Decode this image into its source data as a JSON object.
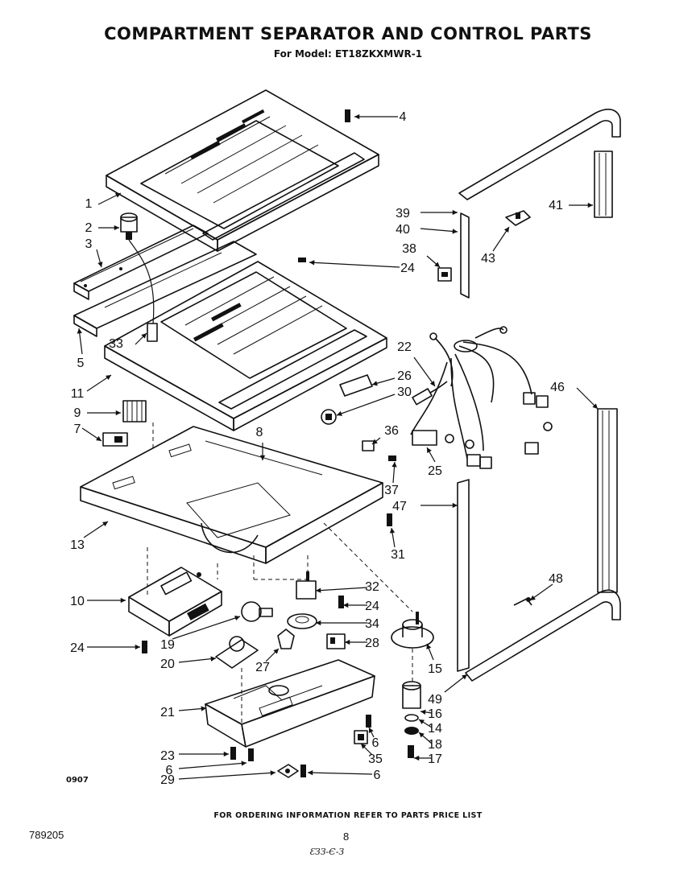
{
  "header": {
    "title": "COMPARTMENT SEPARATOR AND CONTROL PARTS",
    "subtitle": "For Model: ET18ZKXMWR-1"
  },
  "footer": {
    "ordering_note": "FOR ORDERING INFORMATION REFER TO PARTS PRICE LIST",
    "doc_number": "789205",
    "page_number": "8",
    "corner_code": "0907",
    "handwritten_mark": "ƐЗЗ-Є-З"
  },
  "callouts": [
    {
      "label": "1"
    },
    {
      "label": "2"
    },
    {
      "label": "3"
    },
    {
      "label": "4"
    },
    {
      "label": "5"
    },
    {
      "label": "33"
    },
    {
      "label": "11"
    },
    {
      "label": "9"
    },
    {
      "label": "7"
    },
    {
      "label": "8"
    },
    {
      "label": "13"
    },
    {
      "label": "10"
    },
    {
      "label": "24"
    },
    {
      "label": "19"
    },
    {
      "label": "20"
    },
    {
      "label": "27"
    },
    {
      "label": "21"
    },
    {
      "label": "23"
    },
    {
      "label": "6"
    },
    {
      "label": "29"
    },
    {
      "label": "6"
    },
    {
      "label": "35"
    },
    {
      "label": "6"
    },
    {
      "label": "39"
    },
    {
      "label": "40"
    },
    {
      "label": "41"
    },
    {
      "label": "43"
    },
    {
      "label": "38"
    },
    {
      "label": "24"
    },
    {
      "label": "22"
    },
    {
      "label": "26"
    },
    {
      "label": "30"
    },
    {
      "label": "36"
    },
    {
      "label": "25"
    },
    {
      "label": "37"
    },
    {
      "label": "46"
    },
    {
      "label": "47"
    },
    {
      "label": "31"
    },
    {
      "label": "32"
    },
    {
      "label": "24"
    },
    {
      "label": "34"
    },
    {
      "label": "28"
    },
    {
      "label": "48"
    },
    {
      "label": "15"
    },
    {
      "label": "49"
    },
    {
      "label": "16"
    },
    {
      "label": "14"
    },
    {
      "label": "18"
    },
    {
      "label": "17"
    }
  ]
}
